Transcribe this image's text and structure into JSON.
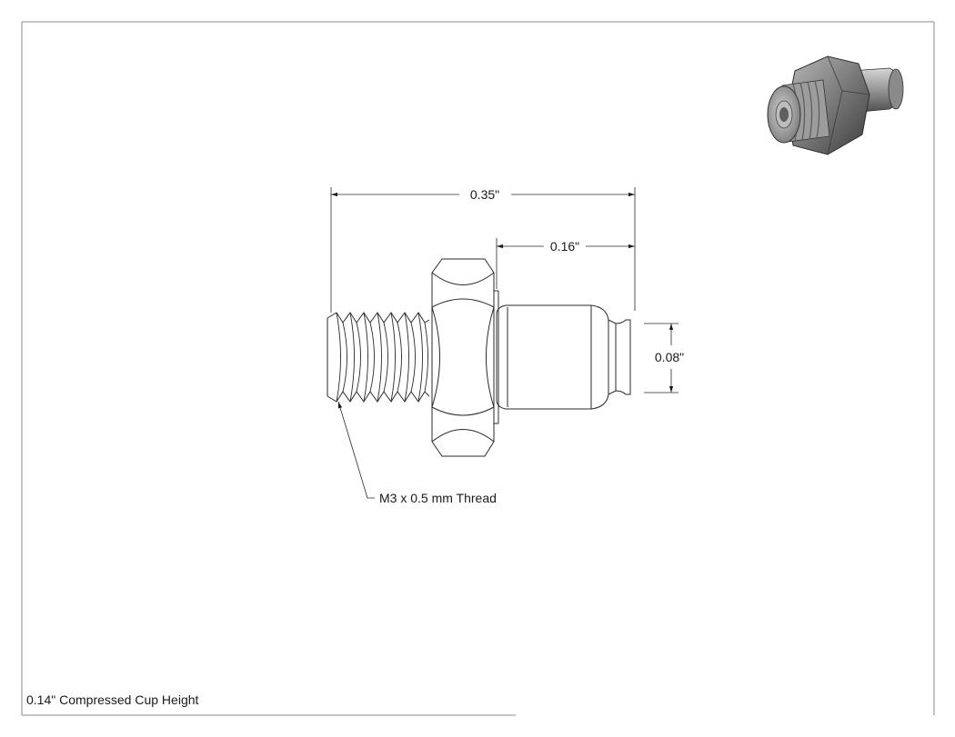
{
  "drawing": {
    "dimensions": {
      "overall_length": "0.35\"",
      "cup_length": "0.16\"",
      "cup_diameter": "0.08\""
    },
    "thread_callout": "M3 x 0.5 mm Thread",
    "title_block": {
      "note": "0.14\" Compressed Cup Height"
    }
  },
  "colors": {
    "line": "#2a2a2a",
    "border": "#8a8a8a",
    "render_body": "#8c8c8c",
    "render_dark": "#555555",
    "render_light": "#c9c9c9"
  }
}
